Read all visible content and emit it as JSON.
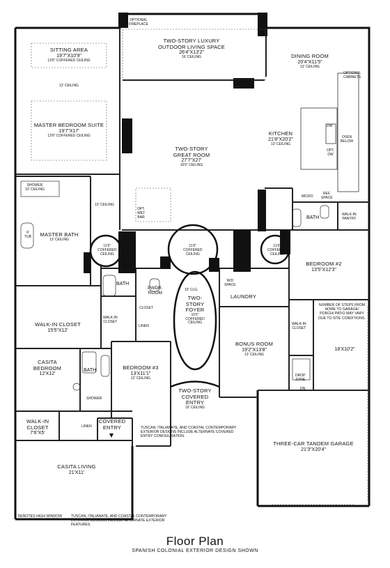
{
  "rooms": {
    "sitting": {
      "name": "SITTING AREA",
      "dims": "19'7\"X10'9\"",
      "ceiling": "13'6\" COFFERED CEILING"
    },
    "master_bed": {
      "name": "MASTER BEDROOM SUITE",
      "dims": "19'7\"X17'",
      "ceiling": "13'6\" COFFERED CEILING"
    },
    "master_ceiling": "13' CEILING",
    "outdoor": {
      "name1": "TWO-STORY LUXURY",
      "name2": "OUTDOOR LIVING SPACE",
      "dims": "26'4\"X13'2\"",
      "ceiling": "16' CEILING"
    },
    "dining": {
      "name": "DINING ROOM",
      "dims": "20'4\"X11'5\"",
      "ceiling": "13' CEILING"
    },
    "kitchen": {
      "name": "KITCHEN",
      "dims": "21'8\"X20'2\"",
      "ceiling": "13' CEILING"
    },
    "great": {
      "name1": "TWO-STORY",
      "name2": "GREAT ROOM",
      "dims": "27'7\"X27'",
      "ceiling": "16'6\" CEILING"
    },
    "master_bath": {
      "name": "MASTER BATH",
      "ceiling": "13' CEILING"
    },
    "bath_hall_ceiling": "13' CEILING",
    "bedroom2": {
      "name": "BEDROOM #2",
      "dims": "13'5\"X12'3\""
    },
    "walk_in_closet": {
      "name": "WALK-IN CLOSET",
      "dims": "15'5\"X12'"
    },
    "laundry": {
      "name": "LAUNDRY"
    },
    "foyer": {
      "name1": "TWO-",
      "name2": "STORY",
      "name3": "FOYER",
      "ceiling1": "16'6\"",
      "ceiling2": "COFFERED",
      "ceiling3": "CEILING"
    },
    "bonus": {
      "name": "BONUS ROOM",
      "dims": "19'2\"X13'8\"",
      "ceiling": "13' CEILING"
    },
    "casita_bed": {
      "name1": "CASITA",
      "name2": "BEDROOM",
      "dims": "12'X12'"
    },
    "bedroom3": {
      "name": "BEDROOM #3",
      "dims": "13'X11'1\"",
      "ceiling": "12' CEILING"
    },
    "covered_entry": {
      "name1": "TWO-STORY",
      "name2": "COVERED",
      "name3": "ENTRY",
      "ceiling": "16' CEILING"
    },
    "walkin_closet2": {
      "name1": "WALK-IN",
      "name2": "CLOSET",
      "dims": "7'6\"X5'"
    },
    "covered_entry2": {
      "name1": "COVERED",
      "name2": "ENTRY"
    },
    "garage": {
      "name": "THREE-CAR TANDEM GARAGE",
      "dims": "21'3\"X20'4\"",
      "dims2": "18'X10'2\""
    },
    "casita_living": {
      "name": "CASITA LIVING",
      "dims": "21'X11'"
    }
  },
  "small": {
    "optional_fireplace1": "OPTIONAL",
    "optional_fireplace2": "FIREPLACE",
    "optional_cabinets1": "OPTIONAL",
    "optional_cabinets2": "CABINETS",
    "dw1": "DW",
    "oven1": "OVEN",
    "oven2": "BELOW",
    "opt_dw1": "OPT.",
    "opt_dw2": "DW",
    "micro": "MICRO",
    "ref1": "REF.",
    "ref2": "SPACE",
    "shower1": "SHOWER",
    "shower2": "10' CEILING",
    "tub1": "6'",
    "tub2": "TUB",
    "opt_wet_bar1": "OPT.",
    "opt_wet_bar2": "WET",
    "opt_wet_bar3": "BAR",
    "coffer_l1": "11'6\"",
    "coffer_l2": "COFFERED",
    "coffer_l3": "CEILING",
    "coffer_c1": "11'6\"",
    "coffer_c2": "COFFERED",
    "coffer_c3": "CEILING",
    "coffer_r1": "11'6\"",
    "coffer_r2": "COFFERED",
    "coffer_r3": "CEILING",
    "bath": "BATH",
    "bath_upper": "BATH",
    "bath_casita": "BATH",
    "walkin_pantry1": "WALK-IN",
    "walkin_pantry2": "PANTRY",
    "pwdr1": "PWDR.",
    "pwdr2": "ROOM",
    "closet": "CLOSET",
    "linen": "LINEN",
    "linen2": "LINEN",
    "clg": "16' CLG.",
    "wd1": "W/D",
    "wd2": "SPACE",
    "wic1": "WALK-IN",
    "wic2": "CLOSET",
    "wic3": "WALK-IN",
    "wic4": "CLOSET",
    "drop1": "DROP",
    "drop2": "ZONE",
    "dn": "DN",
    "shower_casita": "SHOWER"
  },
  "notes": {
    "steps": "NUMBER OF STEPS FROM HOME TO GARAGE/ PORCH/ PATIO MAY VARY DUE TO SITE CONDITIONS.",
    "entry_note": "TUSCAN, ITALIANATE, AND COASTAL CONTEMPORARY EXTERIOR DESIGNS INCLUDE ALTERNATE COVERED ENTRY CONFIGURATION.",
    "high_window": "* DENOTES HIGH WINDOW",
    "exterior_note": "TUSCAN, ITALIANATE, AND COASTAL CONTEMPORARY EXTERIOR DESIGNS INCLUDE ALTERNATE EXTERIOR FEATURES."
  },
  "title": "Floor Plan",
  "subtitle": "SPANISH COLONIAL EXTERIOR DESIGN SHOWN"
}
